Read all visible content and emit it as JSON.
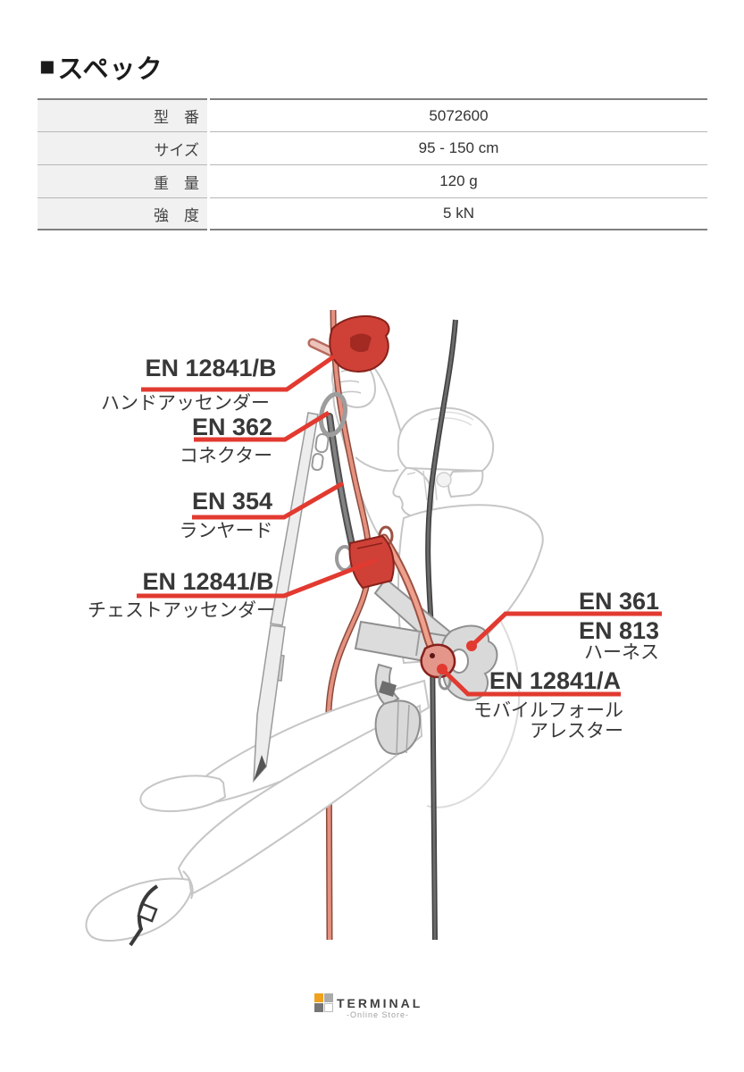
{
  "header": {
    "bullet": "■",
    "title": "スペック"
  },
  "spec_table": {
    "rows": [
      {
        "label": "型　番",
        "value": "5072600"
      },
      {
        "label": "サイズ",
        "value": "95 - 150 cm"
      },
      {
        "label": "重　量",
        "value": "120 g"
      },
      {
        "label": "強　度",
        "value": "5 kN"
      }
    ]
  },
  "diagram": {
    "description": "rope-access worker illustration with equipment standard callouts",
    "labels": {
      "hand_ascender": {
        "standard": "EN 12841/B",
        "caption": "ハンドアッセンダー"
      },
      "connector": {
        "standard": "EN 362",
        "caption": "コネクター"
      },
      "lanyard": {
        "standard": "EN 354",
        "caption": "ランヤード"
      },
      "chest_ascender": {
        "standard": "EN 12841/B",
        "caption": "チェストアッセンダー"
      },
      "harness": {
        "standard_1": "EN 361",
        "standard_2": "EN 813",
        "caption": "ハーネス"
      },
      "mobile_fall_arrester": {
        "standard": "EN 12841/A",
        "caption_line1": "モバイルフォール",
        "caption_line2": "アレスター"
      }
    },
    "colors": {
      "leader_red": "#e23a30",
      "device_red": "#cf4137",
      "working_rope_salmon": "#e59180",
      "safety_rope_gray": "#6b6b6b",
      "figure_outline": "#c6c6c6"
    }
  },
  "footer": {
    "brand": "TERMINAL",
    "tagline": "-Online Store-",
    "logo_colors": {
      "top_left": "#f0a21f",
      "top_right": "#ababab",
      "bottom_left": "#767676",
      "bottom_right": "#ffffff"
    }
  }
}
